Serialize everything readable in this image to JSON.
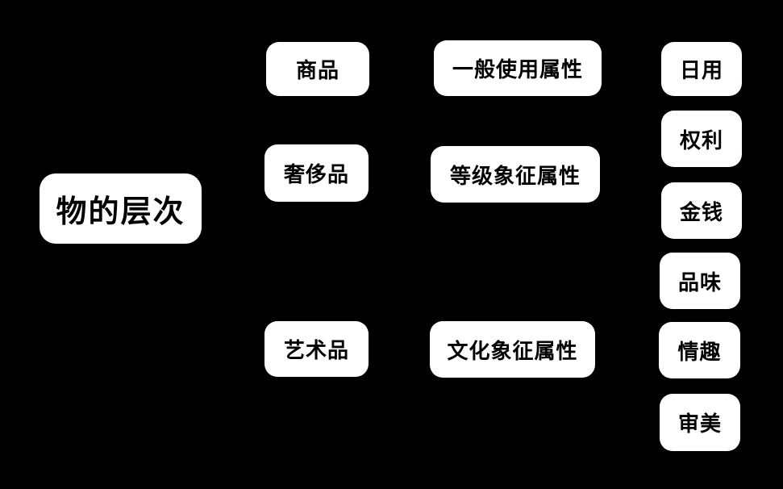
{
  "diagram": {
    "title": "物的层次",
    "colors": {
      "background": "#000000",
      "node_background": "#ffffff",
      "node_text": "#000000"
    },
    "root": {
      "label": "物的层次"
    },
    "object_levels": [
      {
        "label": "商品"
      },
      {
        "label": "奢侈品"
      },
      {
        "label": "艺术品"
      }
    ],
    "attributes": [
      {
        "label": "一般使用属性"
      },
      {
        "label": "等级象征属性"
      },
      {
        "label": "文化象征属性"
      }
    ],
    "values": [
      {
        "label": "日用"
      },
      {
        "label": "权利"
      },
      {
        "label": "金钱"
      },
      {
        "label": "品味"
      },
      {
        "label": "情趣"
      },
      {
        "label": "审美"
      }
    ]
  }
}
